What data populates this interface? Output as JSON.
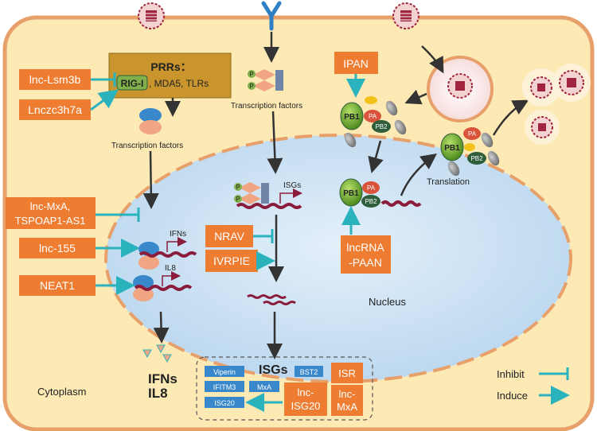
{
  "labels": {
    "prr_title": "PRRs：",
    "rig1": "RIG-I",
    "prr_rest": ", MDA5, TLRs",
    "tf_left": "Transcription factors",
    "tf_center": "Transcription factors",
    "isgs_small": "ISGs",
    "ifns_small": "IFNs",
    "il8_small": "IL8",
    "nucleus": "Nucleus",
    "cytoplasm": "Cytoplasm",
    "translation": "Translation",
    "ifns_big": "IFNs",
    "il8_big": "IL8",
    "isgs_big": "ISGs"
  },
  "regulators": {
    "lnc_lsm3b": "lnc-Lsm3b",
    "lnczc3h7a": "Lnczc3h7a",
    "lnc_mxa_l1": "lnc-MxA,",
    "lnc_mxa_l2": "TSPOAP1-AS1",
    "lnc_155": "lnc-155",
    "neat1": "NEAT1",
    "ipan": "IPAN",
    "nrav": "NRAV",
    "ivrpie": "IVRPIE",
    "paan_l1": "lncRNA",
    "paan_l2": "-PAAN"
  },
  "polymerase": {
    "pb1": "PB1",
    "pb2": "PB2",
    "pa": "PA",
    "p": "P"
  },
  "isg_box": {
    "viperin": "Viperin",
    "bst2": "BST2",
    "ifitm3": "IFITM3",
    "mxa": "MxA",
    "isg20": "ISG20",
    "isr": "ISR",
    "lnc_isg20_l1": "lnc-",
    "lnc_isg20_l2": "ISG20",
    "lnc_mxa_l1": "lnc-",
    "lnc_mxa_l2": "MxA"
  },
  "legend": {
    "inhibit": "Inhibit",
    "induce": "Induce"
  },
  "colors": {
    "cell_fill": "#fde9b4",
    "cell_border": "#e8a06b",
    "nucleus_fill": "#cfe3f4",
    "regulator_box": "#ee7c31",
    "prr_box": "#c9952c",
    "teal": "#2bb3bd",
    "rna": "#8a1c3c",
    "isg_chip": "#3a88cc",
    "pb1_green": "#6aa52a",
    "pb2_dark": "#2e5e3b",
    "pa_red": "#d9543a",
    "virus": "#a1253f"
  }
}
